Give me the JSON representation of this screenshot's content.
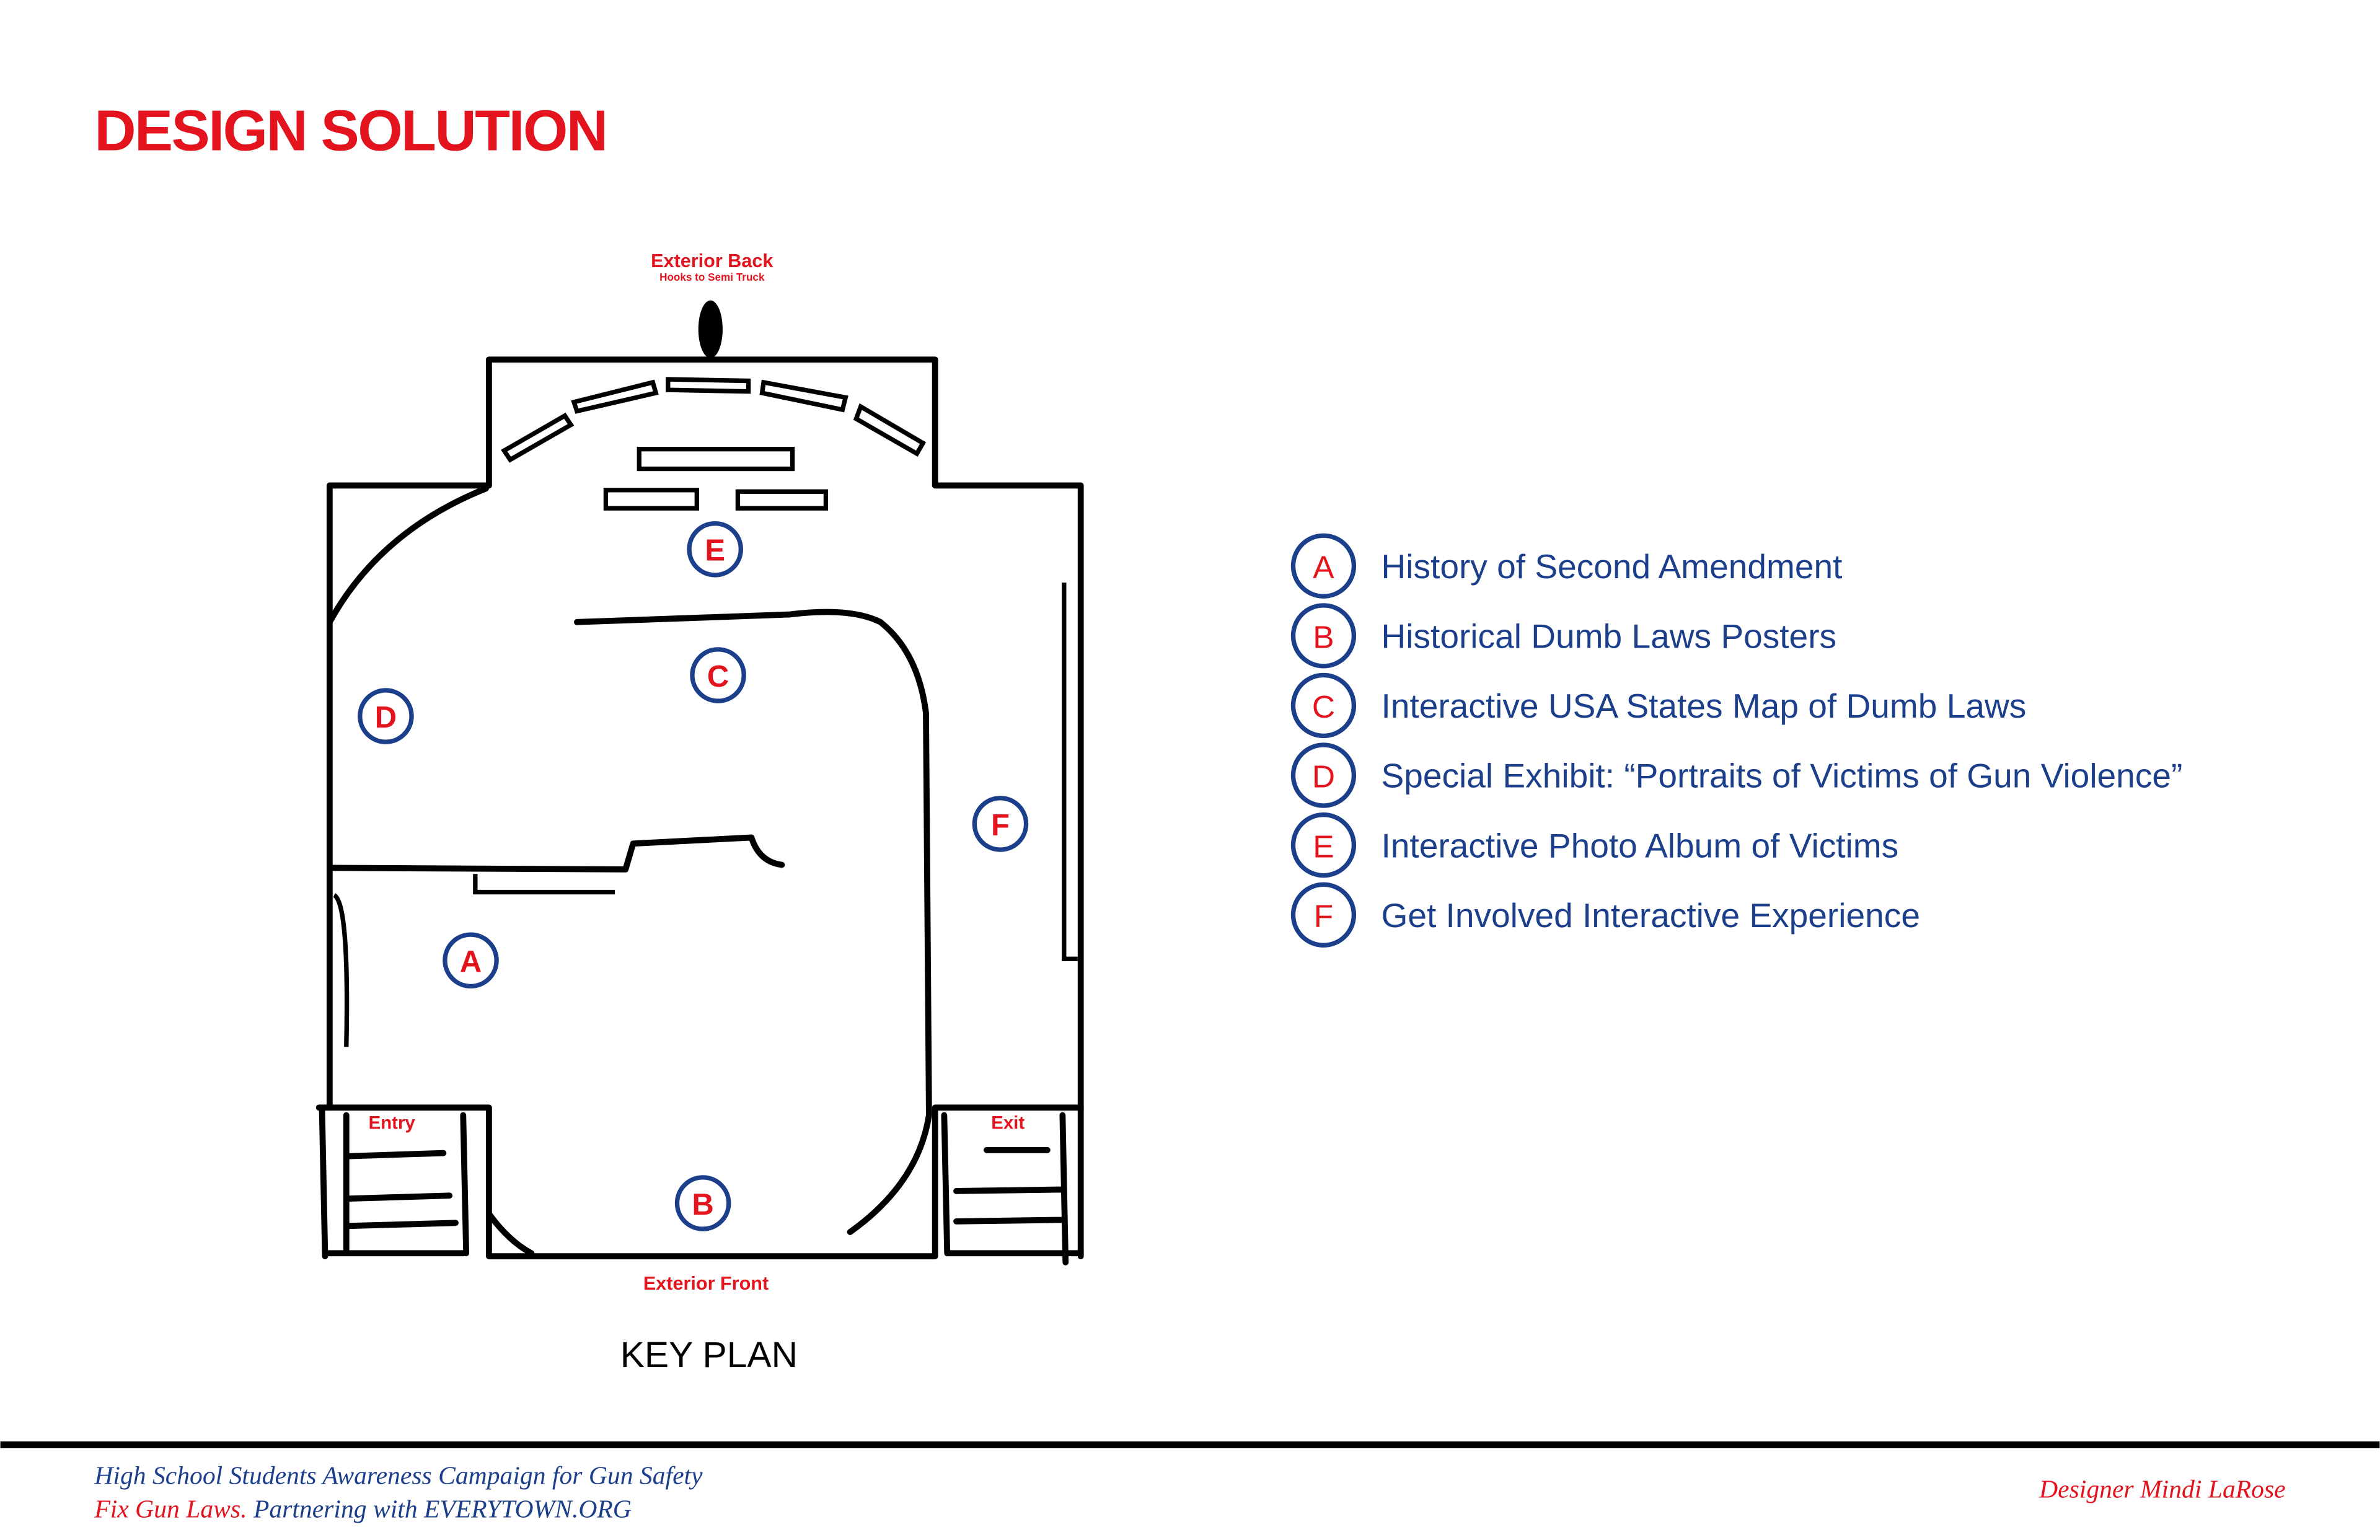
{
  "title": "DESIGN SOLUTION",
  "colors": {
    "accent_red": "#e3141e",
    "accent_blue": "#1c3f8c"
  },
  "plan": {
    "exterior_back": "Exterior Back",
    "exterior_back_note": "Hooks to Semi Truck",
    "exterior_front": "Exterior Front",
    "entry": "Entry",
    "exit": "Exit",
    "caption": "KEY PLAN",
    "markers": {
      "A": "A",
      "B": "B",
      "C": "C",
      "D": "D",
      "E": "E",
      "F": "F"
    }
  },
  "legend": [
    {
      "letter": "A",
      "label": "History of Second Amendment"
    },
    {
      "letter": "B",
      "label": "Historical Dumb Laws Posters"
    },
    {
      "letter": "C",
      "label": "Interactive USA States Map of Dumb Laws"
    },
    {
      "letter": "D",
      "label": "Special Exhibit: “Portraits of Victims of Gun Violence”"
    },
    {
      "letter": "E",
      "label": "Interactive Photo Album of Victims"
    },
    {
      "letter": "F",
      "label": "Get Involved Interactive Experience"
    }
  ],
  "footer": {
    "line1": "High School Students Awareness Campaign for Gun Safety",
    "line2_red": "Fix Gun Laws.",
    "line2_blue": " Partnering with EVERYTOWN.ORG",
    "designer": "Designer Mindi LaRose"
  }
}
